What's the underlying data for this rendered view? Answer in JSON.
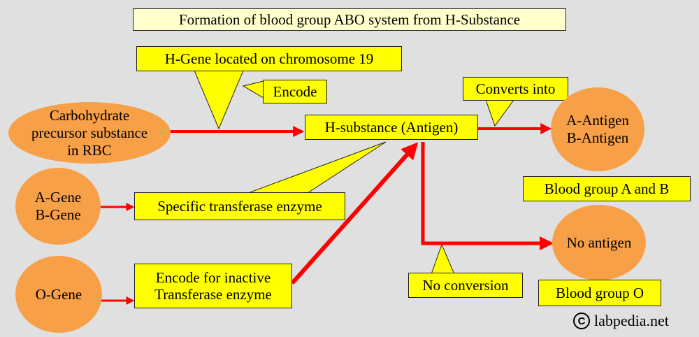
{
  "title": "Formation of blood group ABO system from H-Substance",
  "nodes": {
    "precursor": "Carbohydrate\nprecursor substance\nin RBC",
    "ab_gene": "A-Gene\nB-Gene",
    "o_gene": "O-Gene",
    "ab_antigen": "A-Antigen\nB-Antigen",
    "no_antigen": "No antigen",
    "h_substance": "H-substance (Antigen)",
    "specific_enzyme": "Specific transferase enzyme",
    "inactive_enzyme": "Encode for inactive\nTransferase enzyme",
    "blood_group_ab": "Blood group A and B",
    "blood_group_o": "Blood group O"
  },
  "callouts": {
    "h_gene": "H-Gene located on chromosome 19",
    "encode": "Encode",
    "converts_into": "Converts into",
    "no_conversion": "No conversion"
  },
  "watermark": "labpedia.net",
  "copyright_symbol": "C",
  "colors": {
    "background": "#e0e0e0",
    "box_fill": "#ffff00",
    "title_fill": "#ffffcc",
    "oval_fill": "#f7a048",
    "arrow": "#ff0000"
  }
}
